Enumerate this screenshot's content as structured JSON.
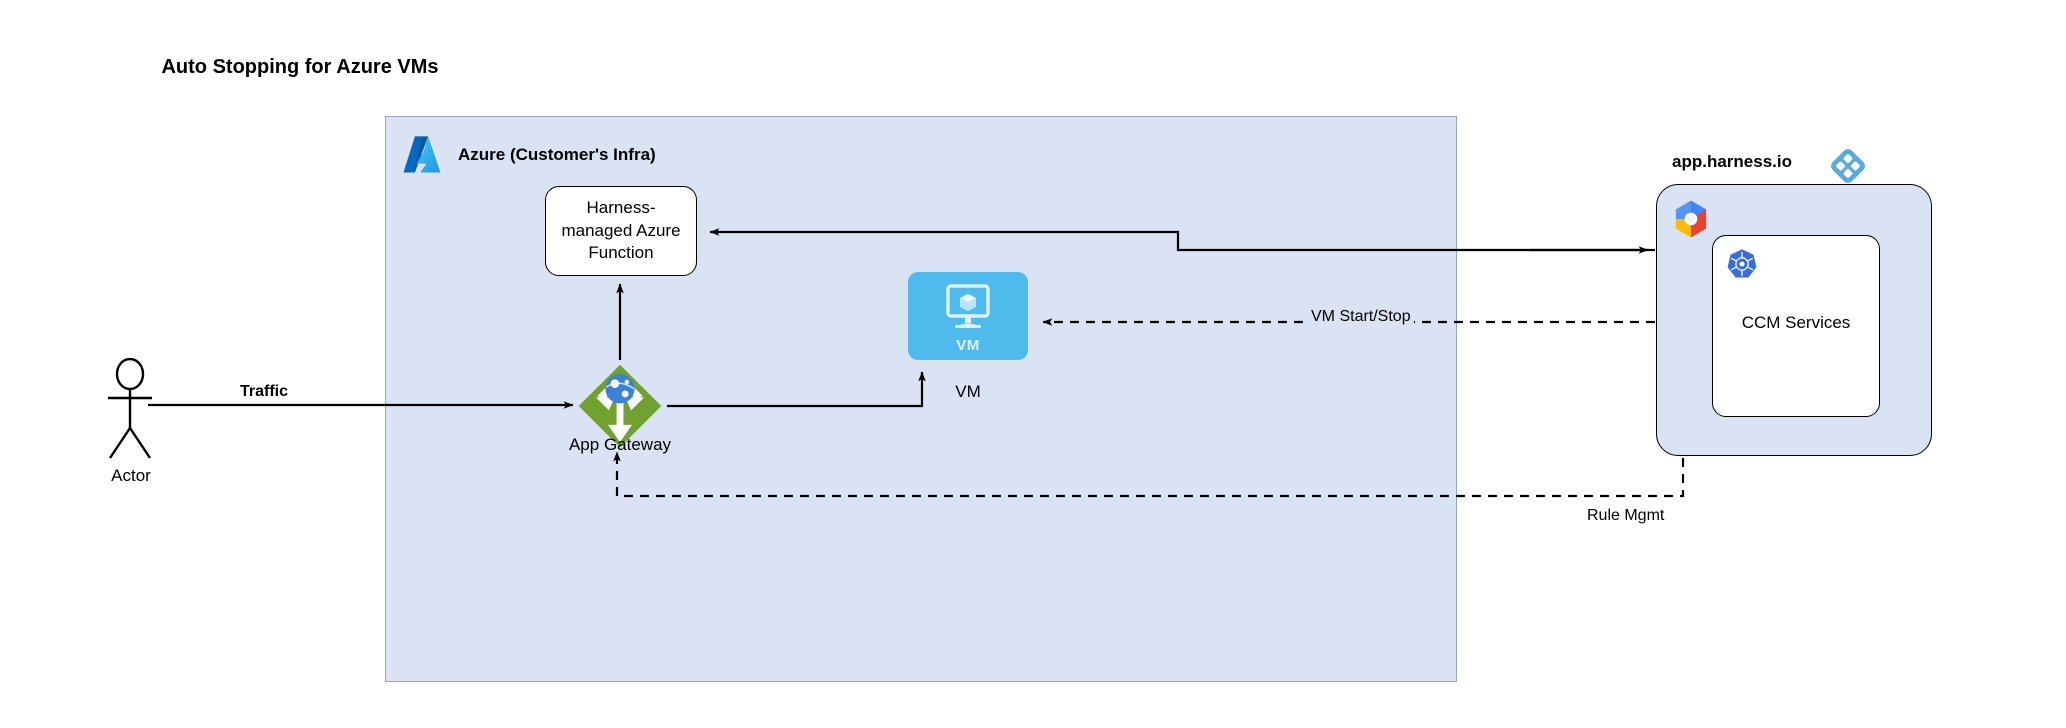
{
  "title": "Auto Stopping for Azure VMs",
  "azure": {
    "label": "Azure (Customer's Infra)",
    "logo_icon": "azure-logo",
    "fill_color": "#dae3f3",
    "border_color": "#8ea9cc",
    "function_box": {
      "label": "Harness-managed Azure Function"
    },
    "app_gateway": {
      "label": "App Gateway",
      "icon": "app-gateway-icon",
      "icon_color": "#6fa22e"
    },
    "vm": {
      "inner_label": "VM",
      "label": "VM",
      "icon": "vm-icon",
      "icon_color": "#4ebbec"
    }
  },
  "actor": {
    "label": "Actor",
    "icon": "actor-stick-figure-icon"
  },
  "harness": {
    "title": "app.harness.io",
    "logo_icon": "harness-logo",
    "logo_color": "#5aaae0",
    "cloud_icon": "google-cloud-logo",
    "services": {
      "label": "CCM Services",
      "icon": "kubernetes-logo",
      "icon_color": "#3a6ddb"
    },
    "fill_color": "#dae3f3"
  },
  "edges": {
    "traffic": "Traffic",
    "vm_start_stop": "VM Start/Stop",
    "rule_mgmt": "Rule Mgmt"
  }
}
